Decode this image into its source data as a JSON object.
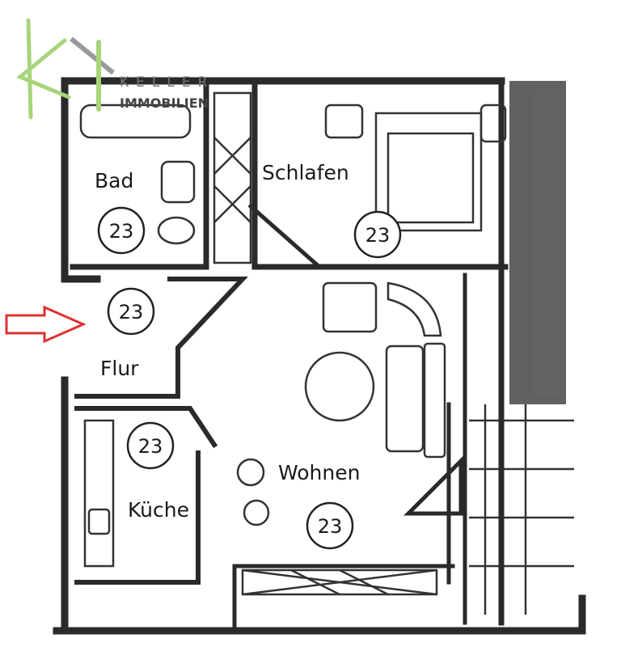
{
  "logo": {
    "line1": "KELLER",
    "line2": "IMMOBILIEN",
    "accent_color": "#a8d47c"
  },
  "rooms": [
    {
      "label": "Bad",
      "area": "23"
    },
    {
      "label": "Schlafen",
      "area": "23"
    },
    {
      "label": "Flur",
      "area": "23"
    },
    {
      "label": "Küche",
      "area": "23"
    },
    {
      "label": "Wohnen",
      "area": "23"
    }
  ],
  "entrance_arrow_color": "#e03030"
}
